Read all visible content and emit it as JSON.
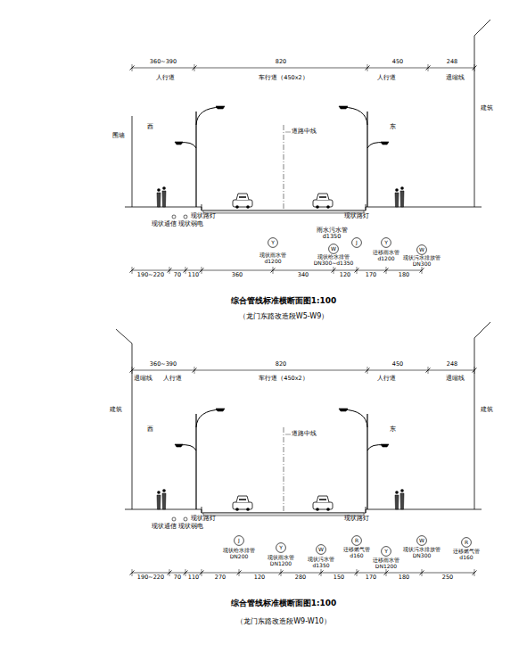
{
  "diagram": {
    "nodes": [
      {
        "text": [
          "Y",
          "现状雨水管 d1200"
        ]
      },
      {
        "text": [
          "W",
          "现状给水排管 DN300~d1350"
        ]
      },
      {
        "text": [
          "J"
        ]
      },
      {
        "text": [
          "Y",
          "迁移雨水管 d1200"
        ]
      },
      {
        "text": [
          "W",
          "现状污水排放管 DN300"
        ]
      },
      {
        "text": [
          "J",
          "现状给水排管 DN200"
        ]
      },
      {
        "text": [
          "Y",
          "现状雨水管 DN1200"
        ]
      },
      {
        "text": [
          "W",
          "现状污水管 d1350"
        ]
      },
      {
        "text": [
          "R",
          "迁移燃气管 d160"
        ]
      },
      {
        "text": [
          "Y",
          "迁移雨水管 DN1200"
        ]
      },
      {
        "text": [
          "W",
          "现状污水排放管 DN300"
        ]
      },
      {
        "text": [
          "R",
          "迁移燃气管 d160"
        ]
      }
    ],
    "edges": [],
    "labels": [
      "360~390",
      "820",
      "450",
      "248",
      "人行道",
      "车行道（450x2）",
      "人行道",
      "退缩线",
      "围墙",
      "建筑",
      "西",
      "东",
      "道路中线",
      "现状路灯",
      "现状路灯",
      "现状通信",
      "现状弱电",
      "雨水污水管 d1350",
      "190~220",
      "70",
      "110",
      "360",
      "340",
      "120",
      "170",
      "180",
      "综合管线标准横断面图1:100",
      "（龙门东路改造段W5-W9）",
      "360~390",
      "820",
      "450",
      "248",
      "退缩线",
      "人行道",
      "车行道（450x2）",
      "人行道",
      "退缩线",
      "建筑",
      "建筑",
      "西",
      "东",
      "道路中线",
      "现状路灯",
      "现状路灯",
      "现状通信",
      "现状弱电",
      "190~220",
      "70",
      "110",
      "270",
      "120",
      "280",
      "150",
      "170",
      "180",
      "250",
      "综合管线标准横断面图1:100",
      "（龙门东路改造段W9-W10）"
    ]
  }
}
